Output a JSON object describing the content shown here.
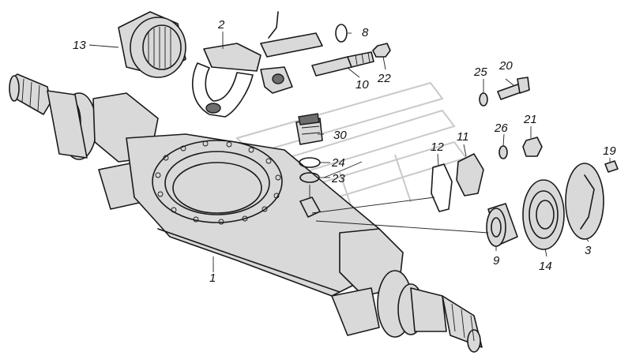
{
  "callouts": [
    {
      "id": "c1",
      "text": "1"
    },
    {
      "id": "c2",
      "text": "2"
    },
    {
      "id": "c3",
      "text": "3"
    },
    {
      "id": "c8",
      "text": "8"
    },
    {
      "id": "c9",
      "text": "9"
    },
    {
      "id": "c10",
      "text": "10"
    },
    {
      "id": "c11",
      "text": "11"
    },
    {
      "id": "c12",
      "text": "12"
    },
    {
      "id": "c13",
      "text": "13"
    },
    {
      "id": "c14",
      "text": "14"
    },
    {
      "id": "c19",
      "text": "19"
    },
    {
      "id": "c20",
      "text": "20"
    },
    {
      "id": "c21",
      "text": "21"
    },
    {
      "id": "c22",
      "text": "22"
    },
    {
      "id": "c23",
      "text": "23"
    },
    {
      "id": "c24",
      "text": "24"
    },
    {
      "id": "c25",
      "text": "25"
    },
    {
      "id": "c26",
      "text": "26"
    },
    {
      "id": "c30",
      "text": "30"
    }
  ],
  "colors": {
    "line": "#1a1a1a",
    "fill": "#d9d9d9",
    "watermark": "#c9c9c9",
    "background": "#ffffff"
  }
}
